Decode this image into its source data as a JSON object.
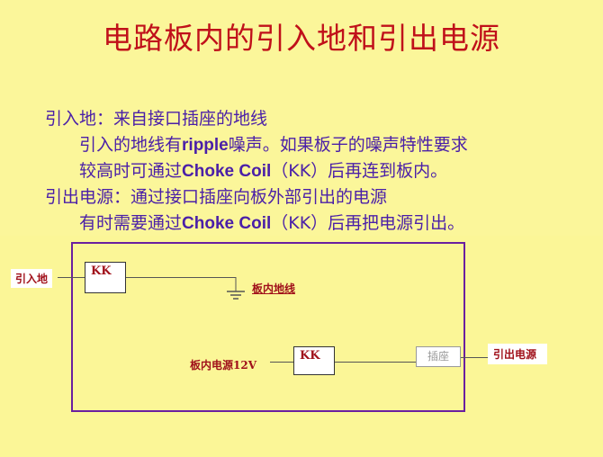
{
  "title": "电路板内的引入地和引出电源",
  "text": {
    "line1": "引入地：来自接口插座的地线",
    "line2_a": "引入的地线有",
    "line2_em": "ripple",
    "line2_b": "噪声。如果板子的噪声特性要求",
    "line3_a": "较高时可通过",
    "line3_em": "Choke Coil",
    "line3_b": "（KK）后再连到板内。",
    "line4": "引出电源：通过接口插座向板外部引出的电源",
    "line5_a": "有时需要通过",
    "line5_em": "Choke Coil",
    "line5_b": "（KK）后再把电源引出。"
  },
  "diagram": {
    "ground_in_label": "引入地",
    "kk1_label": "KK",
    "board_ground_label": "板内地线",
    "board_power_label": "板内电源12V",
    "kk2_label": "KK",
    "socket_label": "插座",
    "power_out_label": "引出电源"
  }
}
